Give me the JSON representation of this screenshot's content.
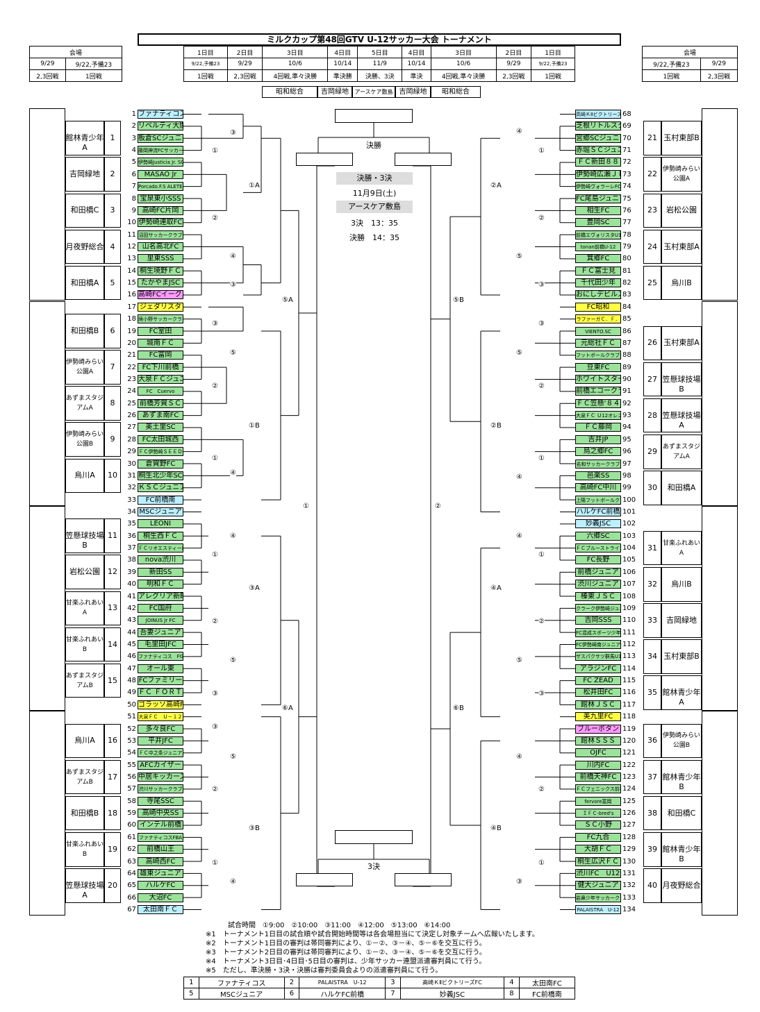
{
  "title": "ミルクカップ第48回GTV U-12サッカー大会 トーナメント",
  "schedule_left": {
    "venue_label": "会場",
    "dates": [
      "9/29",
      "9/22,予備23"
    ],
    "rounds": [
      "2,3回戦",
      "1回戦"
    ]
  },
  "schedule_right": {
    "venue_label": "会場",
    "dates": [
      "9/22,予備23",
      "9/29"
    ],
    "rounds": [
      "1回戦",
      "2,3回戦"
    ]
  },
  "schedule_center": {
    "days": [
      "1日目",
      "2日目",
      "3日目",
      "4日目",
      "5日目",
      "4日目",
      "3日目",
      "2日目",
      "1日目"
    ],
    "dates": [
      "9/22,予備23",
      "9/29",
      "10/6",
      "10/14",
      "11/9",
      "10/14",
      "10/6",
      "9/29",
      "9/22,予備23"
    ],
    "rounds": [
      "1回戦",
      "2,3回戦",
      "4回戦,準々決勝",
      "準決勝",
      "決勝、3決",
      "準決",
      "4回戦,準々決勝",
      "2,3回戦",
      "1回戦"
    ],
    "venues": [
      "昭和総合",
      "吉岡緑地",
      "アースケア敷島",
      "吉岡緑地",
      "昭和総合"
    ]
  },
  "final": {
    "label": "決勝",
    "info_title": "決勝・3決",
    "date": "11月9日(土)",
    "venue": "アースケア敷島",
    "third_time": "3決　13：35",
    "final_time": "決勝　14：35",
    "third_label": "3決"
  },
  "left_teams": [
    {
      "n": "1",
      "name": "ファナティコス",
      "c": "c"
    },
    {
      "n": "2",
      "name": "リベルティ大間々",
      "c": "g"
    },
    {
      "n": "3",
      "name": "板倉SCジュニア",
      "c": "g"
    },
    {
      "n": "4",
      "name": "藤岡神流FCサッカークラブ",
      "c": "g"
    },
    {
      "n": "5",
      "name": "伊勢崎Justicia Jr. SC",
      "c": "g"
    },
    {
      "n": "6",
      "name": "MASAO Jr",
      "c": "g"
    },
    {
      "n": "7",
      "name": "Porcado.F.S ALETEO",
      "c": "g"
    },
    {
      "n": "8",
      "name": "宝泉東小SSS",
      "c": "g"
    },
    {
      "n": "9",
      "name": "高崎FC片岡",
      "c": "g"
    },
    {
      "n": "10",
      "name": "伊勢崎連取FC",
      "c": "g"
    },
    {
      "n": "11",
      "name": "沼田サッカークラブ",
      "c": "g"
    },
    {
      "n": "12",
      "name": "山名高北FC",
      "c": "g"
    },
    {
      "n": "13",
      "name": "里東SSS",
      "c": "g"
    },
    {
      "n": "14",
      "name": "桐生境野ＦＣ",
      "c": "g"
    },
    {
      "n": "15",
      "name": "たかやまJSC",
      "c": "g"
    },
    {
      "n": "16",
      "name": "高崎FCイーグル",
      "c": "p"
    },
    {
      "n": "17",
      "name": "ジェダリスタ",
      "c": "y"
    },
    {
      "n": "18",
      "name": "境小野サッカークラブ",
      "c": "g"
    },
    {
      "n": "19",
      "name": "FC室田",
      "c": "g"
    },
    {
      "n": "20",
      "name": "城南ＦＣ",
      "c": "g"
    },
    {
      "n": "21",
      "name": "FC富岡",
      "c": "g"
    },
    {
      "n": "22",
      "name": "FC下川前橋",
      "c": "g"
    },
    {
      "n": "23",
      "name": "大泉ＦＣジュニア",
      "c": "g"
    },
    {
      "n": "24",
      "name": "FC　Cuervo",
      "c": "g"
    },
    {
      "n": "25",
      "name": "前橋芳賀ＳＣ",
      "c": "g"
    },
    {
      "n": "26",
      "name": "あずま南FC",
      "c": "g"
    },
    {
      "n": "27",
      "name": "美土里SC",
      "c": "g"
    },
    {
      "n": "28",
      "name": "FC太田城西",
      "c": "g"
    },
    {
      "n": "29",
      "name": "ＦＣ伊勢崎ＳＥＥＤ",
      "c": "g"
    },
    {
      "n": "30",
      "name": "倉賀野FC",
      "c": "g"
    },
    {
      "n": "31",
      "name": "桐生北少年SC",
      "c": "g"
    },
    {
      "n": "32",
      "name": "ＫＳＣジュニア",
      "c": "g"
    },
    {
      "n": "33",
      "name": "FC前橋南",
      "c": "c"
    },
    {
      "n": "34",
      "name": "MSCジュニア",
      "c": "c"
    },
    {
      "n": "35",
      "name": "LEONI",
      "c": "g"
    },
    {
      "n": "36",
      "name": "桐生西ＦＣ",
      "c": "g"
    },
    {
      "n": "37",
      "name": "ＦＣリオエスティー前橋",
      "c": "g"
    },
    {
      "n": "38",
      "name": "nova渋川",
      "c": "g"
    },
    {
      "n": "39",
      "name": "新田SS",
      "c": "g"
    },
    {
      "n": "40",
      "name": "明和ＦＣ",
      "c": "g"
    },
    {
      "n": "41",
      "name": "アレグリア新町",
      "c": "g"
    },
    {
      "n": "42",
      "name": "FC国府",
      "c": "g"
    },
    {
      "n": "43",
      "name": "JOINUS Jr FC",
      "c": "g"
    },
    {
      "n": "44",
      "name": "吾妻ジュニア",
      "c": "g"
    },
    {
      "n": "45",
      "name": "毛里田JFC",
      "c": "g"
    },
    {
      "n": "46",
      "name": "ファナティコス　FGA",
      "c": "g"
    },
    {
      "n": "47",
      "name": "オール東",
      "c": "g"
    },
    {
      "n": "48",
      "name": "FCファミリー",
      "c": "g"
    },
    {
      "n": "49",
      "name": "ＦＣ ＦＯＲＴＥ",
      "c": "g"
    },
    {
      "n": "50",
      "name": "ゴラッソ高崎FC",
      "c": "y"
    },
    {
      "n": "51",
      "name": "大泉ＦＣ　Ｕ－１２",
      "c": "y"
    },
    {
      "n": "52",
      "name": "多々良FC",
      "c": "g"
    },
    {
      "n": "53",
      "name": "平井JFC",
      "c": "g"
    },
    {
      "n": "54",
      "name": "ＦＣ中之条ジュニア",
      "c": "g"
    },
    {
      "n": "55",
      "name": "AFCカイザー",
      "c": "g"
    },
    {
      "n": "56",
      "name": "中居キッカーズ",
      "c": "g"
    },
    {
      "n": "57",
      "name": "渋川サッカークラブ",
      "c": "g"
    },
    {
      "n": "58",
      "name": "寺尾SSC",
      "c": "g"
    },
    {
      "n": "59",
      "name": "高崎中央SS",
      "c": "g"
    },
    {
      "n": "60",
      "name": "インテル前橋",
      "c": "g"
    },
    {
      "n": "61",
      "name": "ファナティコスFBA",
      "c": "g"
    },
    {
      "n": "62",
      "name": "前橋山王",
      "c": "g"
    },
    {
      "n": "63",
      "name": "高崎西FC",
      "c": "g"
    },
    {
      "n": "64",
      "name": "雄東ジュニア",
      "c": "g"
    },
    {
      "n": "65",
      "name": "ハルケFC",
      "c": "g"
    },
    {
      "n": "66",
      "name": "大沼FC",
      "c": "g"
    },
    {
      "n": "67",
      "name": "太田南ＦＣ",
      "c": "c"
    }
  ],
  "right_teams": [
    {
      "n": "68",
      "name": "高崎ＫⅡビクトリーズＦＣ",
      "c": "c"
    },
    {
      "n": "69",
      "name": "芝根リトルスター",
      "c": "g"
    },
    {
      "n": "70",
      "name": "宮郷SCジュニア",
      "c": "g"
    },
    {
      "n": "71",
      "name": "赤堀ＳＣジュニア",
      "c": "g"
    },
    {
      "n": "72",
      "name": "ＦＣ新田８８",
      "c": "g"
    },
    {
      "n": "73",
      "name": "伊勢崎広瀬ＪＦＣ",
      "c": "g"
    },
    {
      "n": "74",
      "name": "伊勢崎ヴォラーレFC",
      "c": "g"
    },
    {
      "n": "75",
      "name": "FC尾島ジュニア",
      "c": "g"
    },
    {
      "n": "76",
      "name": "相生FC",
      "c": "g"
    },
    {
      "n": "77",
      "name": "豊岡SC",
      "c": "g"
    },
    {
      "n": "78",
      "name": "前橋エヴォリスタU12",
      "c": "g"
    },
    {
      "n": "79",
      "name": "tonan前橋U-12",
      "c": "g"
    },
    {
      "n": "80",
      "name": "箕郷FC",
      "c": "g"
    },
    {
      "n": "81",
      "name": "ＦＣ富士見",
      "c": "g"
    },
    {
      "n": "82",
      "name": "千代田少年",
      "c": "g"
    },
    {
      "n": "83",
      "name": "おにしデビルス",
      "c": "g"
    },
    {
      "n": "84",
      "name": "FC昭和",
      "c": "y"
    },
    {
      "n": "85",
      "name": "ラファーガＣ．Ｆ．",
      "c": "y"
    },
    {
      "n": "86",
      "name": "VIENTO.SC",
      "c": "g"
    },
    {
      "n": "87",
      "name": "元総社ＦＣ",
      "c": "g"
    },
    {
      "n": "88",
      "name": "フットボールクラブ太田",
      "c": "g"
    },
    {
      "n": "89",
      "name": "豆東FC",
      "c": "g"
    },
    {
      "n": "90",
      "name": "ホワイトスター",
      "c": "g"
    },
    {
      "n": "91",
      "name": "前橋エコークラブ",
      "c": "g"
    },
    {
      "n": "92",
      "name": "ＦＣ笠懸'８４",
      "c": "g"
    },
    {
      "n": "93",
      "name": "大泉ＦＣ Ｕ12オレンジ",
      "c": "g"
    },
    {
      "n": "94",
      "name": "ＦＣ藤岡",
      "c": "g"
    },
    {
      "n": "95",
      "name": "吉井JP",
      "c": "g"
    },
    {
      "n": "96",
      "name": "烏之郷FC",
      "c": "g"
    },
    {
      "n": "97",
      "name": "名和サッカークラブ",
      "c": "g"
    },
    {
      "n": "98",
      "name": "邑楽SS",
      "c": "g"
    },
    {
      "n": "99",
      "name": "高崎FC中川",
      "c": "g"
    },
    {
      "n": "100",
      "name": "上陽フットボールクラブ",
      "c": "g"
    },
    {
      "n": "101",
      "name": "ハルケFC前橋",
      "c": "c"
    },
    {
      "n": "102",
      "name": "妙義JSC",
      "c": "c"
    },
    {
      "n": "103",
      "name": "六郷SC",
      "c": "g"
    },
    {
      "n": "104",
      "name": "ＦＣブルーストライカーズ",
      "c": "g"
    },
    {
      "n": "105",
      "name": "FC長野",
      "c": "g"
    },
    {
      "n": "106",
      "name": "前橋ジュニア",
      "c": "g"
    },
    {
      "n": "107",
      "name": "渋川ジュニア",
      "c": "g"
    },
    {
      "n": "108",
      "name": "榛東ＪＳＣ",
      "c": "g"
    },
    {
      "n": "109",
      "name": "クラーク伊勢崎ジュニア",
      "c": "g"
    },
    {
      "n": "110",
      "name": "吉岡SSS",
      "c": "g"
    },
    {
      "n": "111",
      "name": "FC混成スポーツ少年団",
      "c": "g"
    },
    {
      "n": "112",
      "name": "FC伊勢崎南ジュニア",
      "c": "g"
    },
    {
      "n": "113",
      "name": "ザスパクサツ群馬U12",
      "c": "g"
    },
    {
      "n": "114",
      "name": "アラジンFC",
      "c": "g"
    },
    {
      "n": "115",
      "name": "FC ZEAD",
      "c": "g"
    },
    {
      "n": "116",
      "name": "松井田FC",
      "c": "g"
    },
    {
      "n": "117",
      "name": "館林ＪＳＣ",
      "c": "g"
    },
    {
      "n": "118",
      "name": "美九里FC",
      "c": "y"
    },
    {
      "n": "119",
      "name": "ブルーボタン",
      "c": "p"
    },
    {
      "n": "120",
      "name": "館林ＳＳＳ",
      "c": "g"
    },
    {
      "n": "121",
      "name": "OJFC",
      "c": "g"
    },
    {
      "n": "122",
      "name": "川内FC",
      "c": "g"
    },
    {
      "n": "123",
      "name": "前橋天神FC",
      "c": "g"
    },
    {
      "n": "124",
      "name": "ＦＣフェニックス前林",
      "c": "g"
    },
    {
      "n": "125",
      "name": "fervore富岡",
      "c": "g"
    },
    {
      "n": "126",
      "name": "ＩＦＣ-bred's",
      "c": "g"
    },
    {
      "n": "127",
      "name": "ＳＣ小野",
      "c": "g"
    },
    {
      "n": "128",
      "name": "FC九合",
      "c": "g"
    },
    {
      "n": "129",
      "name": "大胡ＦＣ",
      "c": "g"
    },
    {
      "n": "130",
      "name": "桐生広沢ＦＣ",
      "c": "g"
    },
    {
      "n": "131",
      "name": "渋川FC　U12",
      "c": "g"
    },
    {
      "n": "132",
      "name": "健大ジュニア",
      "c": "g"
    },
    {
      "n": "133",
      "name": "岩鼻少年サッカークラブ",
      "c": "g"
    },
    {
      "n": "134",
      "name": "PALAISTRA　U-12",
      "c": "c"
    }
  ],
  "left_groups": [
    {
      "venue": "館林青少年A",
      "num": "1"
    },
    {
      "venue": "吉岡緑地",
      "num": "2"
    },
    {
      "venue": "和田橋C",
      "num": "3"
    },
    {
      "venue": "月夜野総合",
      "num": "4"
    },
    {
      "venue": "和田橋A",
      "num": "5"
    },
    {
      "venue": "和田橋B",
      "num": "6"
    },
    {
      "venue": "伊勢崎みらい公園A",
      "num": "7"
    },
    {
      "venue": "あずまスタジアムA",
      "num": "8"
    },
    {
      "venue": "伊勢崎みらい公園B",
      "num": "9"
    },
    {
      "venue": "烏川A",
      "num": "10"
    },
    {
      "venue": "笠懸球技場B",
      "num": "11"
    },
    {
      "venue": "岩松公園",
      "num": "12"
    },
    {
      "venue": "甘楽ふれあいA",
      "num": "13"
    },
    {
      "venue": "甘楽ふれあいB",
      "num": "14"
    },
    {
      "venue": "あずまスタジアムB",
      "num": "15"
    },
    {
      "venue": "烏川A",
      "num": "16"
    },
    {
      "venue": "あずまスタジアムB",
      "num": "17"
    },
    {
      "venue": "和田橋B",
      "num": "18"
    },
    {
      "venue": "甘楽ふれあいB",
      "num": "19"
    },
    {
      "venue": "笠懸球技場A",
      "num": "20"
    }
  ],
  "right_groups": [
    {
      "venue": "玉村東部B",
      "num": "21"
    },
    {
      "venue": "伊勢崎みらい公園A",
      "num": "22"
    },
    {
      "venue": "岩松公園",
      "num": "23"
    },
    {
      "venue": "玉村東部A",
      "num": "24"
    },
    {
      "venue": "烏川B",
      "num": "25"
    },
    {
      "venue": "玉村東部A",
      "num": "26"
    },
    {
      "venue": "笠懸球技場B",
      "num": "27"
    },
    {
      "venue": "笠懸球技場A",
      "num": "28"
    },
    {
      "venue": "あずまスタジアムA",
      "num": "29"
    },
    {
      "venue": "和田橋A",
      "num": "30"
    },
    {
      "venue": "甘楽ふれあいA",
      "num": "31"
    },
    {
      "venue": "烏川B",
      "num": "32"
    },
    {
      "venue": "吉岡緑地",
      "num": "33"
    },
    {
      "venue": "玉村東部B",
      "num": "34"
    },
    {
      "venue": "館林青少年A",
      "num": "35"
    },
    {
      "venue": "伊勢崎みらい公園B",
      "num": "36"
    },
    {
      "venue": "館林青少年B",
      "num": "37"
    },
    {
      "venue": "和田橋C",
      "num": "38"
    },
    {
      "venue": "館林青少年B",
      "num": "39"
    },
    {
      "venue": "月夜野総合",
      "num": "40"
    }
  ],
  "bracket_labels": {
    "l_1A": "①A",
    "l_1B": "①B",
    "l_3A": "③A",
    "l_3B": "③B",
    "l_5A": "⑤A",
    "l_6A": "⑥A",
    "l_semi": "①",
    "r_2A": "②A",
    "r_2B": "②B",
    "r_4A": "④A",
    "r_4B": "④B",
    "r_5B": "⑤B",
    "r_6B": "⑥B",
    "r_semi": "②",
    "m1": "①",
    "m2": "②",
    "m3": "③",
    "m4": "④",
    "m5": "⑤"
  },
  "notes": [
    "試合時間　①9:00　②10:00　③11:00　④12:00　⑤13:00　⑥14:00",
    "※1　トーナメント1日目の試合順や試合開始時間等は各会場担当にて決定し対象チームへ広報いたします。",
    "※2　トーナメント1日目の審判は帯同審判により、①－②、③－④、⑤－⑥を交互に行う。",
    "※3　トーナメント2日目の審判は帯同審判により、①－②、③－④、⑤－⑥を交互に行う。",
    "※4　トーナメント3日目･4日目･5日目の審判は、少年サッカー連盟派遣審判員にて行う。",
    "※5　ただし、準決勝・3決・決勝は審判委員会よりの派遣審判員にて行う。"
  ],
  "footer": [
    [
      "1",
      "ファナティコス",
      "2",
      "PALAISTRA　U-12",
      "3",
      "高崎ＫⅡビクトリーズFC",
      "4",
      "太田南FC"
    ],
    [
      "5",
      "MSCジュニア",
      "6",
      "ハルケFC前橋",
      "7",
      "妙義JSC",
      "8",
      "FC前橋南"
    ]
  ]
}
